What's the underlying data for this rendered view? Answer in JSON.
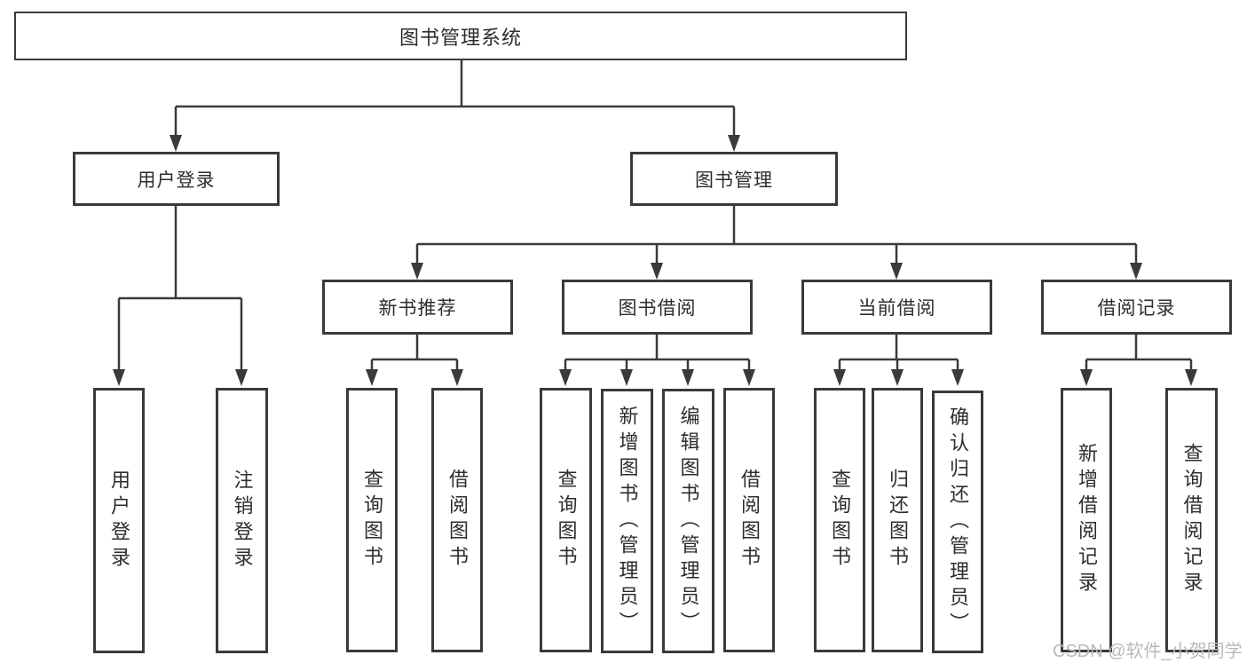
{
  "watermark": "CSDN @软件_小贺同学",
  "colors": {
    "line": "#3a3a3a",
    "box_border": "#3a3a3a",
    "text": "#2d2d2d",
    "watermark": "#b9b9b9",
    "background": "#ffffff"
  },
  "tree": {
    "label": "图书管理系统",
    "children": [
      {
        "label": "用户登录",
        "children": [
          {
            "label": "用户登录"
          },
          {
            "label": "注销登录"
          }
        ]
      },
      {
        "label": "图书管理",
        "children": [
          {
            "label": "新书推荐",
            "children": [
              {
                "label": "查询图书"
              },
              {
                "label": "借阅图书"
              }
            ]
          },
          {
            "label": "图书借阅",
            "children": [
              {
                "label": "查询图书"
              },
              {
                "label": "新增图书（管理员）"
              },
              {
                "label": "编辑图书（管理员）"
              },
              {
                "label": "借阅图书"
              }
            ]
          },
          {
            "label": "当前借阅",
            "children": [
              {
                "label": "查询图书"
              },
              {
                "label": "归还图书"
              },
              {
                "label": "确认归还（管理员）"
              }
            ]
          },
          {
            "label": "借阅记录",
            "children": [
              {
                "label": "新增借阅记录"
              },
              {
                "label": "查询借阅记录"
              }
            ]
          }
        ]
      }
    ]
  }
}
